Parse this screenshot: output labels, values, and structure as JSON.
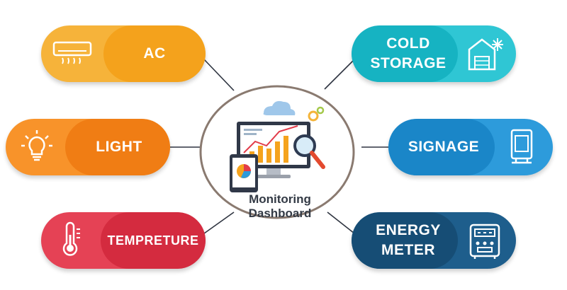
{
  "center": {
    "title_line1": "Monitoring",
    "title_line2": "Dashboard",
    "icon": "monitoring-dashboard-icon"
  },
  "nodes": [
    {
      "id": "ac",
      "label": "AC",
      "icon": "air-conditioner-icon",
      "color": "#f6b33a",
      "color_dark": "#f4a21c"
    },
    {
      "id": "light",
      "label": "LIGHT",
      "icon": "light-bulb-icon",
      "color": "#f8932a",
      "color_dark": "#f07d14"
    },
    {
      "id": "temperature",
      "label": "TEMPRETURE",
      "icon": "thermometer-icon",
      "color": "#e54255",
      "color_dark": "#d42b3f"
    },
    {
      "id": "cold-storage",
      "label_line1": "COLD",
      "label_line2": "STORAGE",
      "icon": "cold-storage-icon",
      "color": "#2fc6d4",
      "color_dark": "#16b3c2"
    },
    {
      "id": "signage",
      "label": "SIGNAGE",
      "icon": "digital-signage-icon",
      "color": "#2d9bdb",
      "color_dark": "#1a86c8"
    },
    {
      "id": "energy-meter",
      "label_line1": "ENERGY",
      "label_line2": "METER",
      "icon": "energy-meter-icon",
      "color": "#1e5e8c",
      "color_dark": "#164d75"
    }
  ]
}
